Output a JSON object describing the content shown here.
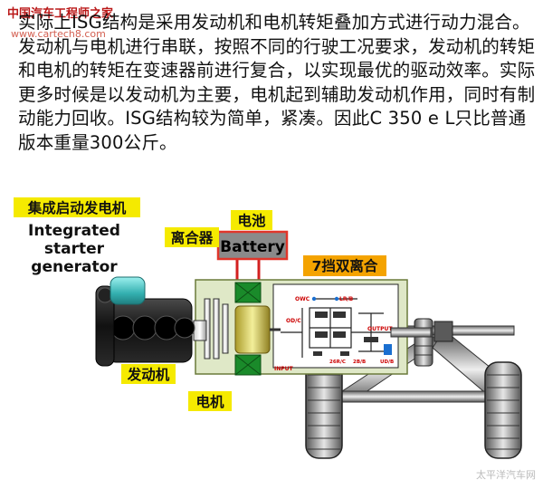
{
  "text": {
    "paragraph": "实际上ISG结构是采用发动机和电机转矩叠加方式进行动力混合。发动机与电机进行串联，按照不同的行驶工况要求，发动机的转矩和电机的转矩在变速器前进行复合，以实现最优的驱动效率。实际更多时候是以发动机为主要，电机起到辅助发动机作用，同时有制动能力回收。ISG结构较为简单，紧凑。因此C 350 e L只比普通版本重量300公斤。"
  },
  "watermark": {
    "site_name": "中国汽车工程师之家",
    "site_url": "www.cartech8.com",
    "bottom_mark": "太平洋汽车网"
  },
  "diagram": {
    "label_isg_cn": "集成启动发电机",
    "label_isg_en_1": "Integrated",
    "label_isg_en_2": "starter",
    "label_isg_en_3": "generator",
    "label_clutch_cn": "离合器",
    "label_battery_cn": "电池",
    "label_battery_en": "Battery",
    "label_gearbox_cn": "7挡双离合",
    "label_engine_cn": "发动机",
    "label_motor_cn": "电机",
    "schematic_owc": "OWC",
    "schematic_lrb": "LR/B",
    "schematic_odc": "OD/C",
    "schematic_output": "OUTPUT",
    "schematic_input": "INPUT",
    "schematic_26rc": "26R/C",
    "schematic_2b": "2B/B",
    "schematic_ud": "UD/B",
    "colors": {
      "label_yellow": "#f5ea00",
      "label_orange": "#f4a300",
      "case_fill": "#dfe8c7",
      "gearbox_fill": "#ffffff",
      "motor_green": "#1a8a2a",
      "battery_gray": "#8a8a8a",
      "alert_red": "#e0362b",
      "cable_red": "#d32020"
    }
  }
}
